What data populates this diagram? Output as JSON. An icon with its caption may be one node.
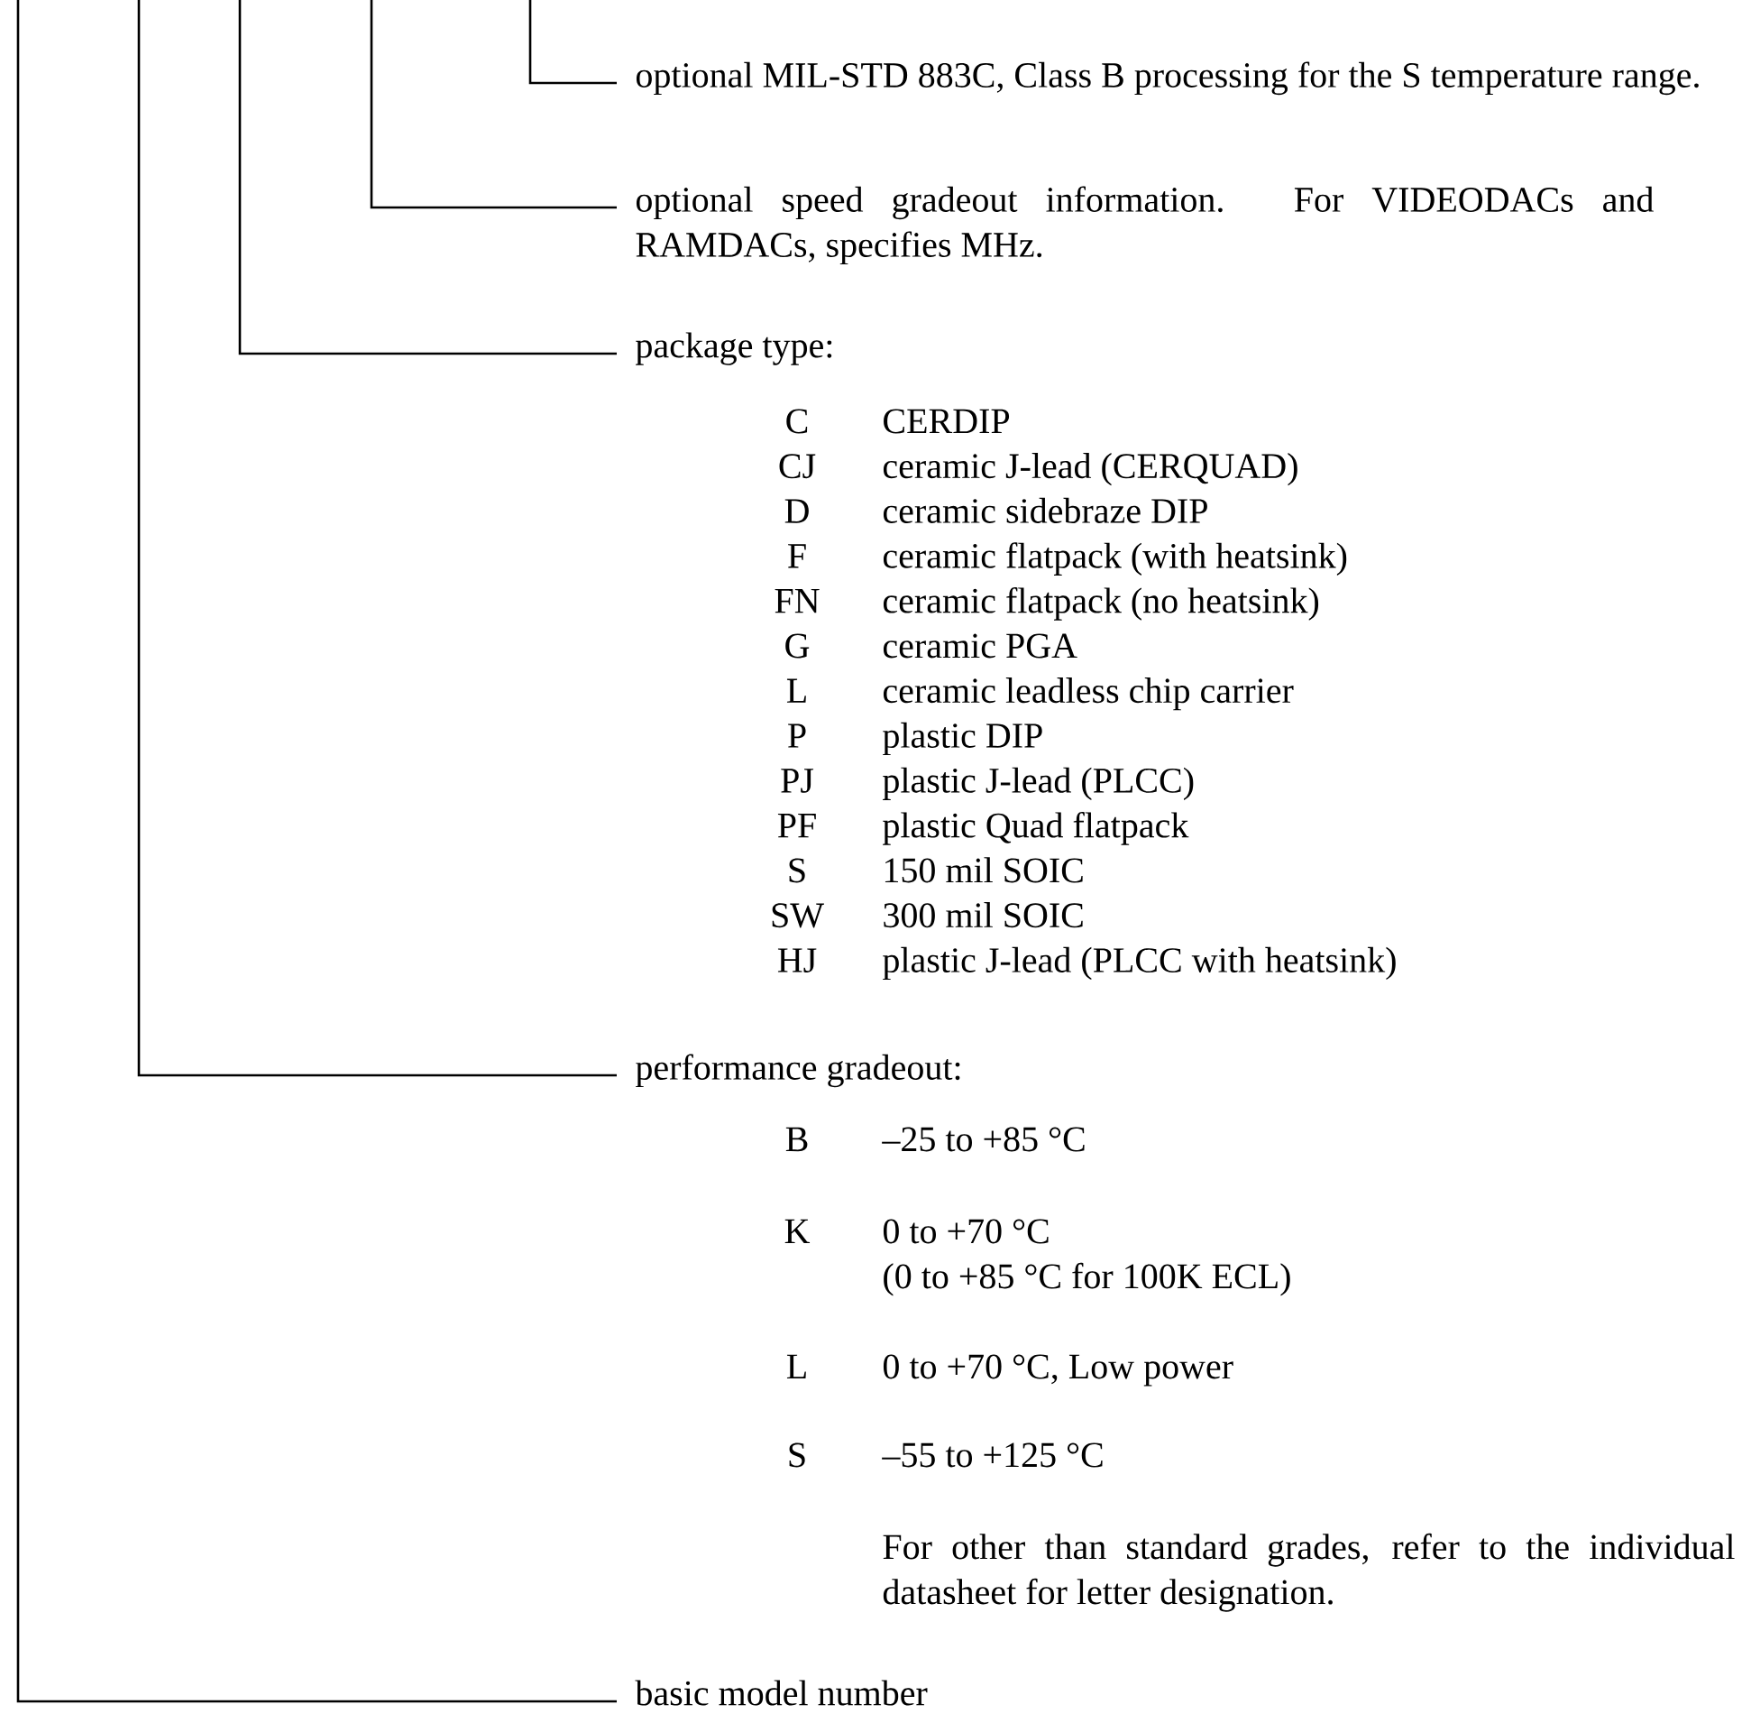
{
  "diagram": {
    "nodes": [
      {
        "text": [
          "optional MIL-STD 883C, Class B processing for the S temperature range."
        ]
      },
      {
        "text": [
          "optional speed gradeout information.  For VIDEODACs and RAMDACs, specifies MHz."
        ]
      },
      {
        "text": [
          "package type:"
        ]
      },
      {
        "text": [
          "performance gradeout:"
        ]
      },
      {
        "text": [
          "basic model number"
        ]
      }
    ],
    "edges": [
      {
        "from": 0,
        "to": null,
        "arrow": "none"
      },
      {
        "from": 1,
        "to": null,
        "arrow": "none"
      },
      {
        "from": 2,
        "to": null,
        "arrow": "none"
      },
      {
        "from": 3,
        "to": null,
        "arrow": "none"
      },
      {
        "from": 4,
        "to": null,
        "arrow": "none"
      }
    ],
    "labels": [
      "C",
      "CERDIP",
      "CJ",
      "ceramic J-lead (CERQUAD)",
      "D",
      "ceramic sidebraze DIP",
      "F",
      "ceramic flatpack (with heatsink)",
      "FN",
      "ceramic flatpack (no heatsink)",
      "G",
      "ceramic PGA",
      "L",
      "ceramic leadless chip carrier",
      "P",
      "plastic DIP",
      "PJ",
      "plastic J-lead (PLCC)",
      "PF",
      "plastic Quad flatpack",
      "S",
      "150 mil SOIC",
      "SW",
      "300 mil SOIC",
      "HJ",
      "plastic J-lead (PLCC with heatsink)",
      "B",
      "–25 to +85 °C",
      "K",
      "0 to +70 °C",
      "(0 to +85 °C for 100K ECL)",
      "L",
      "0 to +70 °C, Low power",
      "S",
      "–55 to +125 °C",
      "For other than standard grades, refer to the individual datasheet for letter designation."
    ]
  }
}
